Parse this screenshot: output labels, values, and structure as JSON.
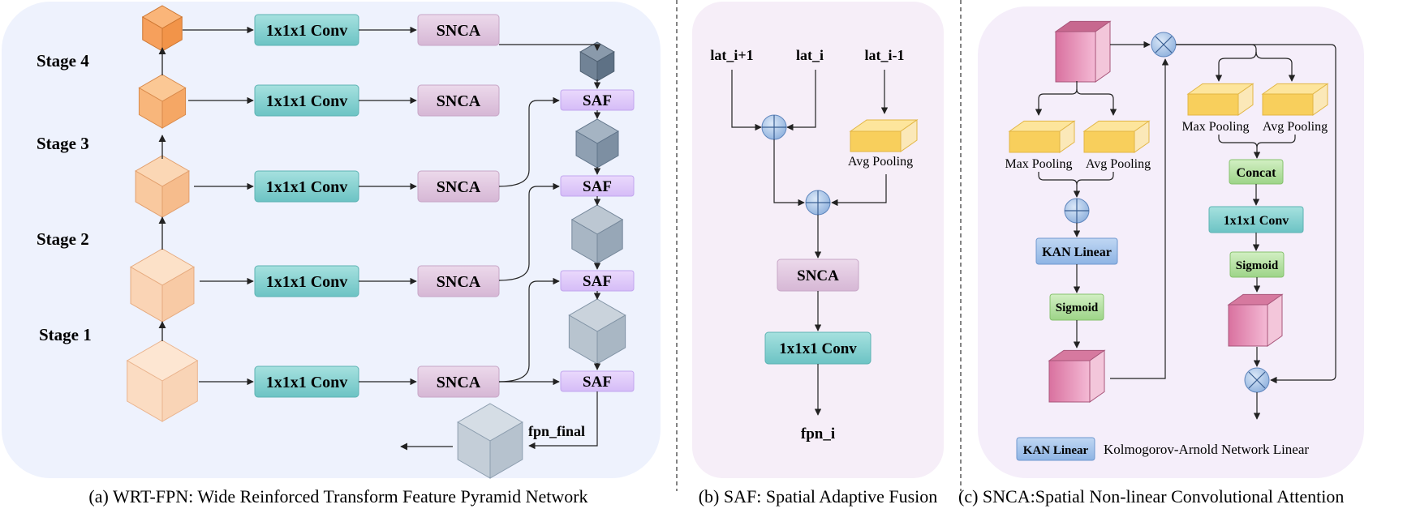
{
  "panel_a": {
    "stages": [
      "Stage 4",
      "Stage 3",
      "Stage 2",
      "Stage 1"
    ],
    "conv_label": "1x1x1 Conv",
    "snca_label": "SNCA",
    "saf_label": "SAF",
    "output_label": "fpn_final",
    "caption": "(a) WRT-FPN: Wide Reinforced Transform Feature Pyramid Network"
  },
  "panel_b": {
    "inputs": [
      "lat_i+1",
      "lat_i",
      "lat_i-1"
    ],
    "pool_label": "Avg Pooling",
    "snca_label": "SNCA",
    "conv_label": "1x1x1 Conv",
    "output_label": "fpn_i",
    "caption": "(b) SAF: Spatial Adaptive Fusion"
  },
  "panel_c": {
    "max_pool_label": "Max Pooling",
    "avg_pool_label": "Avg Pooling",
    "kan_label": "KAN Linear",
    "sigmoid_label": "Sigmoid",
    "concat_label": "Concat",
    "conv_label": "1x1x1 Conv",
    "legend_key": "KAN Linear",
    "legend_text": "Kolmogorov-Arnold Network Linear",
    "caption": "(c) SNCA:Spatial Non-linear Convolutional Attention"
  },
  "colors": {
    "panel_a_bg": "#eef2fd",
    "panel_b_bg": "#f6eef8",
    "panel_c_bg": "#f5eefa",
    "conv_fill": "#8fd4d3",
    "snca_fill": "#e0c8de",
    "saf_fill": "#e1cdf9",
    "pool_fill": "#fbd97f",
    "kan_fill": "#a9c6ec",
    "sigmoid_fill": "#b9e3a6",
    "pink_cube": "#e693bb",
    "gray_cube": "#9fb0c1",
    "operator_fill": "#bcd3f0"
  }
}
